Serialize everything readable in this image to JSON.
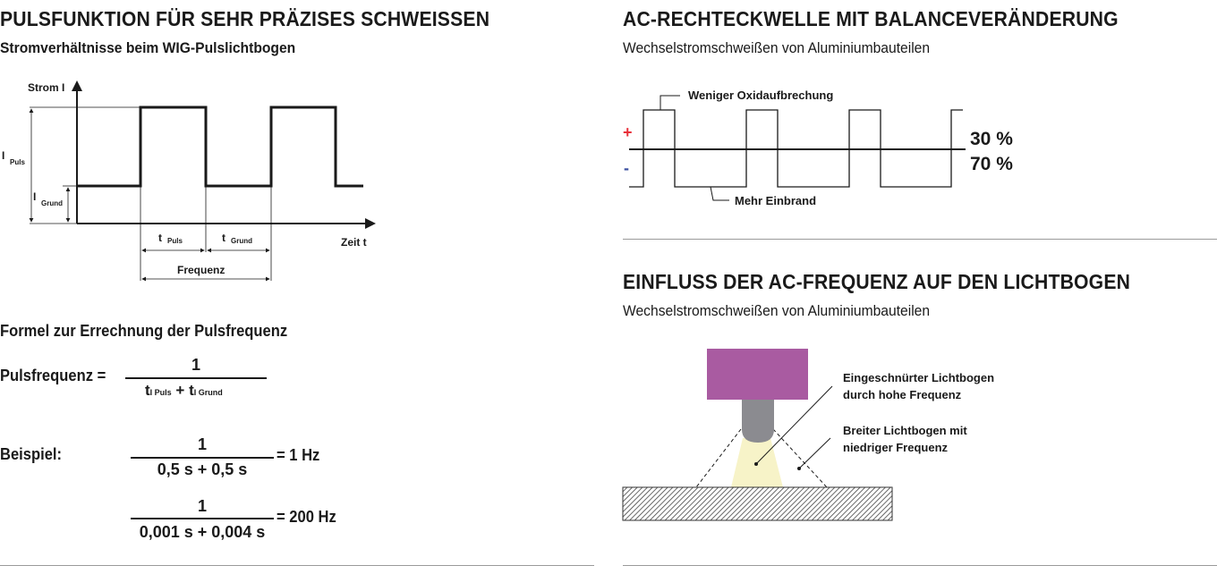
{
  "left": {
    "title": "PULSFUNKTION FÜR SEHR PRÄZISES SCHWEISSEN",
    "subtitle": "Stromverhältnisse beim WIG-Pulslichtbogen",
    "diagram": {
      "y_label": "Strom I",
      "x_label": "Zeit t",
      "i_puls": "I",
      "i_puls_sub": "Puls",
      "i_grund": "I",
      "i_grund_sub": "Grund",
      "t_puls": "t",
      "t_puls_sub": "Puls",
      "t_grund": "t",
      "t_grund_sub": "Grund",
      "frequenz": "Frequenz"
    },
    "formula_heading": "Formel zur Errechnung der Pulsfrequenz",
    "formula": {
      "lhs": "Pulsfrequenz =",
      "numerator": "1",
      "den_t1": "t",
      "den_t1_sub": "I Puls",
      "den_plus": "+",
      "den_t2": "t",
      "den_t2_sub": "I Grund"
    },
    "example_label": "Beispiel:",
    "examples": [
      {
        "numerator": "1",
        "denominator": "0,5 s + 0,5 s",
        "result": "= 1 Hz"
      },
      {
        "numerator": "1",
        "denominator": "0,001 s + 0,004 s",
        "result": "= 200 Hz"
      }
    ]
  },
  "right_top": {
    "title": "AC-RECHTECKWELLE MIT BALANCEVERÄNDERUNG",
    "subtitle": "Wechselstromschweißen von Aluminiumbauteilen",
    "plus": "+",
    "minus": "-",
    "callout_top": "Weniger Oxidaufbrechung",
    "callout_bottom": "Mehr Einbrand",
    "pct_positive": "30 %",
    "pct_negative": "70 %",
    "colors": {
      "plus": "#e8303a",
      "minus": "#3b4fa0"
    }
  },
  "right_bottom": {
    "title": "EINFLUSS DER AC-FREQUENZ AUF DEN LICHTBOGEN",
    "subtitle": "Wechselstromschweißen von Aluminiumbauteilen",
    "label_narrow_1": "Eingeschnürter Lichtbogen",
    "label_narrow_2": "durch hohe Frequenz",
    "label_wide_1": "Breiter Lichtbogen mit",
    "label_wide_2": "niedriger Frequenz",
    "colors": {
      "torch": "#a95ba1",
      "electrode": "#8b8b90",
      "arc": "#f7f3c8"
    }
  }
}
